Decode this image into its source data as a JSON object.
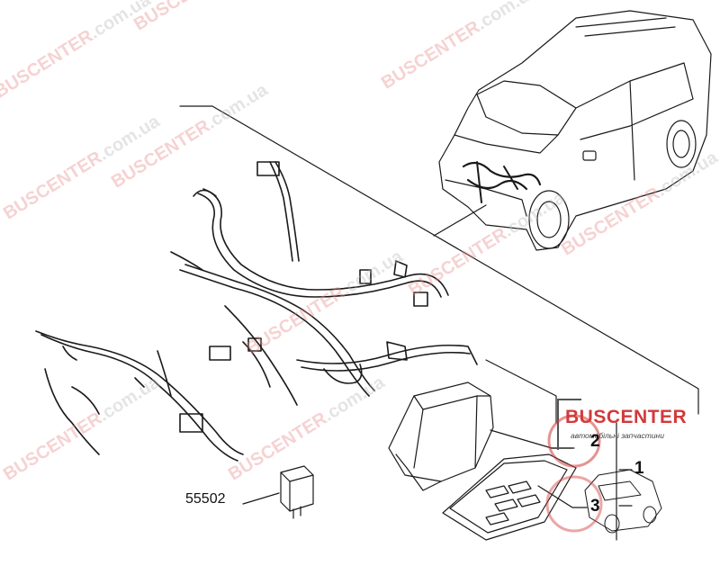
{
  "callouts": {
    "p1": "1",
    "p2": "2",
    "p3": "3",
    "relay": "55502"
  },
  "watermark": {
    "brand": "BUSCENTER",
    "domain": ".com.ua"
  },
  "logo": {
    "title": "BUSCENTER",
    "subtitle": "автомобільні запчастини"
  },
  "colors": {
    "line": "#1a1a1a",
    "watermark_red": "#e88a8a",
    "logo_red": "#d23a3a"
  }
}
